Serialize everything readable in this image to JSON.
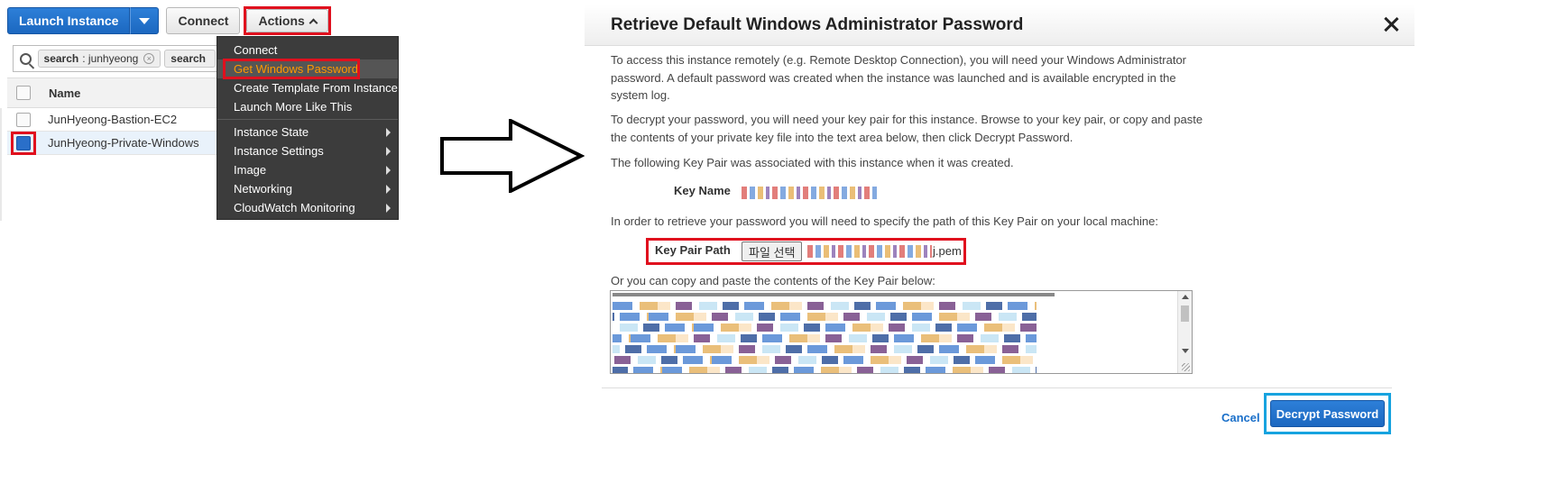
{
  "toolbar": {
    "launch_label": "Launch Instance",
    "connect_label": "Connect",
    "actions_label": "Actions"
  },
  "search": {
    "tokens": [
      {
        "key": "search",
        "value": "junhyeong"
      },
      {
        "key": "search",
        "value": ""
      }
    ]
  },
  "table": {
    "header_name": "Name",
    "rows": [
      {
        "name": "JunHyeong-Bastion-EC2",
        "selected": false
      },
      {
        "name": "JunHyeong-Private-Windows",
        "selected": true
      }
    ]
  },
  "actions_menu": {
    "items": [
      "Connect",
      "Get Windows Password",
      "Create Template From Instance",
      "Launch More Like This"
    ],
    "submenus": [
      "Instance State",
      "Instance Settings",
      "Image",
      "Networking",
      "CloudWatch Monitoring"
    ],
    "highlighted": "Get Windows Password"
  },
  "dialog": {
    "title": "Retrieve Default Windows Administrator Password",
    "intro": "To access this instance remotely (e.g. Remote Desktop Connection), you will need your Windows Administrator password. A default password was created when the instance was launched and is available encrypted in the system log.",
    "decrypt_instructions": "To decrypt your password, you will need your key pair for this instance. Browse to your key pair, or copy and paste the contents of your private key file into the text area below, then click Decrypt Password.",
    "associated_text": "The following Key Pair was associated with this instance when it was created.",
    "key_name_label": "Key Name",
    "path_instructions": "In order to retrieve your password you will need to specify the path of this Key Pair on your local machine:",
    "key_pair_path_label": "Key Pair Path",
    "file_button_label": "파일 선택",
    "file_suffix": "j.pem",
    "paste_text": "Or you can copy and paste the contents of the Key Pair below:",
    "cancel_label": "Cancel",
    "decrypt_label": "Decrypt Password"
  },
  "colors": {
    "aws_blue": "#1c68c0",
    "highlight_red": "#e0101e",
    "highlight_cyan": "#17a3df",
    "menu_orange": "#ff9900",
    "menu_bg": "#3c3c3c"
  }
}
